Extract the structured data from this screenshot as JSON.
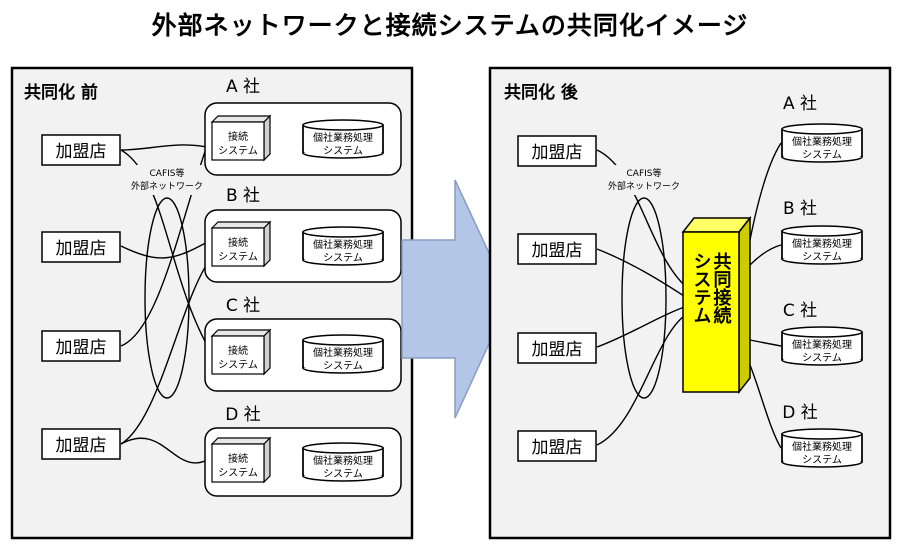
{
  "title": "外部ネットワークと接続システムの共同化イメージ",
  "before": {
    "label": "共同化 前",
    "stores": [
      "加盟店",
      "加盟店",
      "加盟店",
      "加盟店"
    ],
    "network_label_line1": "CAFIS等",
    "network_label_line2": "外部ネットワーク",
    "companies": [
      {
        "name": "A 社",
        "connect_line1": "接続",
        "connect_line2": "システム",
        "business_line1": "個社業務処理",
        "business_line2": "システム"
      },
      {
        "name": "B 社",
        "connect_line1": "接続",
        "connect_line2": "システム",
        "business_line1": "個社業務処理",
        "business_line2": "システム"
      },
      {
        "name": "C 社",
        "connect_line1": "接続",
        "connect_line2": "システム",
        "business_line1": "個社業務処理",
        "business_line2": "システム"
      },
      {
        "name": "D 社",
        "connect_line1": "接続",
        "connect_line2": "システム",
        "business_line1": "個社業務処理",
        "business_line2": "システム"
      }
    ]
  },
  "after": {
    "label": "共同化 後",
    "stores": [
      "加盟店",
      "加盟店",
      "加盟店",
      "加盟店"
    ],
    "network_label_line1": "CAFIS等",
    "network_label_line2": "外部ネットワーク",
    "shared_system_col1": "共同接続",
    "shared_system_col2": "システム",
    "companies": [
      {
        "name": "A 社",
        "business_line1": "個社業務処理",
        "business_line2": "システム"
      },
      {
        "name": "B 社",
        "business_line1": "個社業務処理",
        "business_line2": "システム"
      },
      {
        "name": "C 社",
        "business_line1": "個社業務処理",
        "business_line2": "システム"
      },
      {
        "name": "D 社",
        "business_line1": "個社業務処理",
        "business_line2": "システム"
      }
    ]
  },
  "colors": {
    "arrow_fill": "#b4c6e7",
    "shared_system_fill": "#ffff00",
    "panel_bg": "#f2f2f2"
  }
}
